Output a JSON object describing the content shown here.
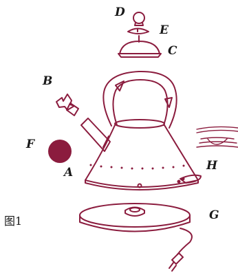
{
  "figure_caption": "图1",
  "colors": {
    "line": "#8b1c3e",
    "fill": "#8b1c3e",
    "text": "#1a1a1a",
    "background": "#ffffff"
  },
  "labels": {
    "A": "A",
    "B": "B",
    "C": "C",
    "D": "D",
    "E": "E",
    "F": "F",
    "G": "G",
    "H": "H"
  },
  "parts": {
    "lid_knob": "D",
    "lid_seal": "E",
    "lid": "C",
    "spout_whistle": "B",
    "kettle_body": "A",
    "red_ball": "F",
    "base": "G",
    "switch": "H"
  }
}
